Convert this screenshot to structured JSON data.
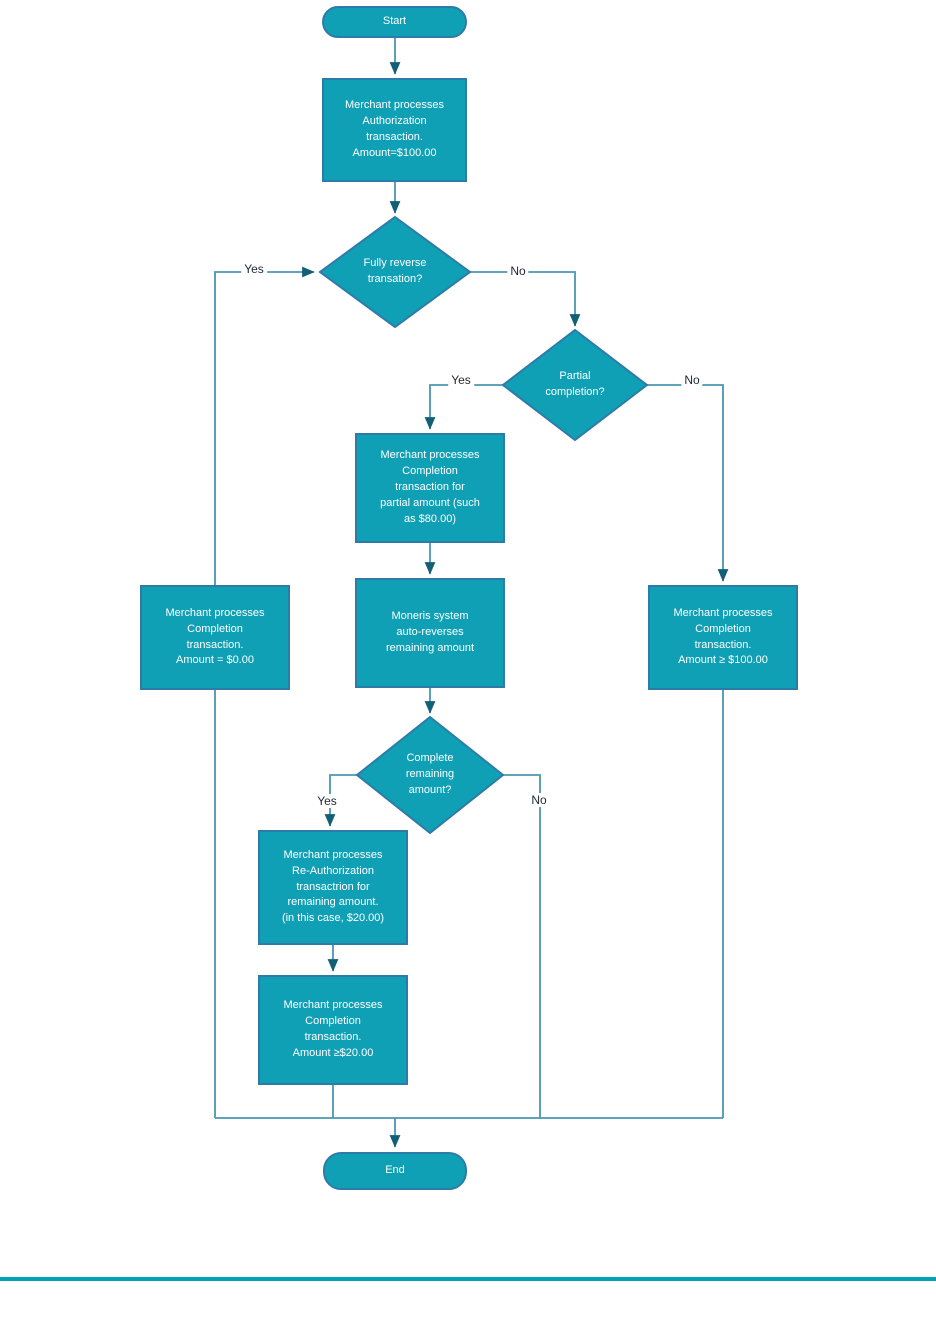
{
  "colors": {
    "shape_fill": "#0FA0B5",
    "shape_border": "#2E7BA8",
    "connector": "#4A96B1",
    "arrow": "#135F75",
    "label_text": "#1F2633",
    "shape_text": "#FFFFFF",
    "rule": "#00A3B4"
  },
  "nodes": {
    "start": {
      "label": "Start"
    },
    "authorization": {
      "lines": [
        "Merchant processes",
        "Authorization",
        "transaction.",
        "Amount=$100.00"
      ]
    },
    "fully_reverse_decision": {
      "lines": [
        "Fully reverse",
        "transation?"
      ]
    },
    "partial_completion_decision": {
      "lines": [
        "Partial",
        "completion?"
      ]
    },
    "partial_completion_box": {
      "lines": [
        "Merchant processes",
        "Completion",
        "transaction for",
        "partial amount (such",
        "as $80.00)"
      ]
    },
    "moneris_auto_reverse": {
      "lines": [
        "Moneris system",
        "auto-reverses",
        "remaining amount"
      ]
    },
    "complete_remaining_decision": {
      "lines": [
        "Complete",
        "remaining",
        "amount?"
      ]
    },
    "reauthorization": {
      "lines": [
        "Merchant processes",
        "Re-Authorization",
        "transactrion for",
        "remaining amount.",
        "(in this case, $20.00)"
      ]
    },
    "completion_20": {
      "lines": [
        "Merchant processes",
        "Completion",
        "transaction.",
        "Amount ≥$20.00"
      ]
    },
    "completion_0": {
      "lines": [
        "Merchant processes",
        "Completion",
        "transaction.",
        "Amount = $0.00"
      ]
    },
    "completion_100": {
      "lines": [
        "Merchant processes",
        "Completion",
        "transaction.",
        "Amount ≥ $100.00"
      ]
    },
    "end": {
      "label": "End"
    }
  },
  "edge_labels": {
    "fully_reverse_yes": "Yes",
    "fully_reverse_no": "No",
    "partial_yes": "Yes",
    "partial_no": "No",
    "complete_remaining_yes": "Yes",
    "complete_remaining_no": "No"
  }
}
